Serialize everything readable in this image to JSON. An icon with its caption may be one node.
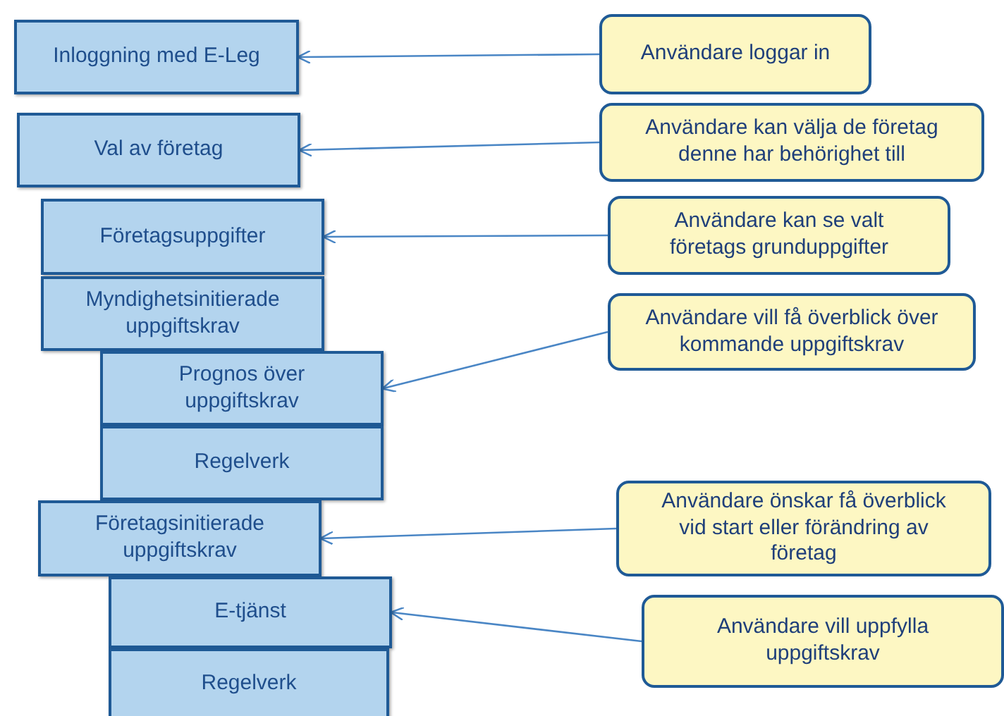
{
  "diagram": {
    "nodes": [
      {
        "text": [
          "Inloggning med E-Leg"
        ]
      },
      {
        "text": [
          "Användare loggar in"
        ]
      },
      {
        "text": [
          "Val av företag"
        ]
      },
      {
        "text": [
          "Användare kan välja de företag denne har behörighet till"
        ]
      },
      {
        "text": [
          "Företagsuppgifter"
        ]
      },
      {
        "text": [
          "Användare kan se valt företags grunduppgifter"
        ]
      },
      {
        "text": [
          "Myndighetsinitierade uppgiftskrav"
        ]
      },
      {
        "text": [
          "Användare vill få överblick över kommande uppgiftskrav"
        ]
      },
      {
        "text": [
          "Prognos över uppgiftskrav"
        ]
      },
      {
        "text": [
          "Regelverk"
        ]
      },
      {
        "text": [
          "Företagsinitierade uppgiftskrav"
        ]
      },
      {
        "text": [
          "Användare önskar få överblick vid start eller förändring av företag"
        ]
      },
      {
        "text": [
          "E-tjänst"
        ]
      },
      {
        "text": [
          "Användare vill uppfylla uppgiftskrav"
        ]
      },
      {
        "text": [
          "Regelverk"
        ]
      }
    ],
    "edges": [
      {
        "from": 1,
        "to": 0,
        "arrow": "to"
      },
      {
        "from": 3,
        "to": 2,
        "arrow": "to"
      },
      {
        "from": 5,
        "to": 4,
        "arrow": "to"
      },
      {
        "from": 7,
        "to": 8,
        "arrow": "to"
      },
      {
        "from": 11,
        "to": 10,
        "arrow": "to"
      },
      {
        "from": 13,
        "to": 12,
        "arrow": "to"
      }
    ]
  }
}
